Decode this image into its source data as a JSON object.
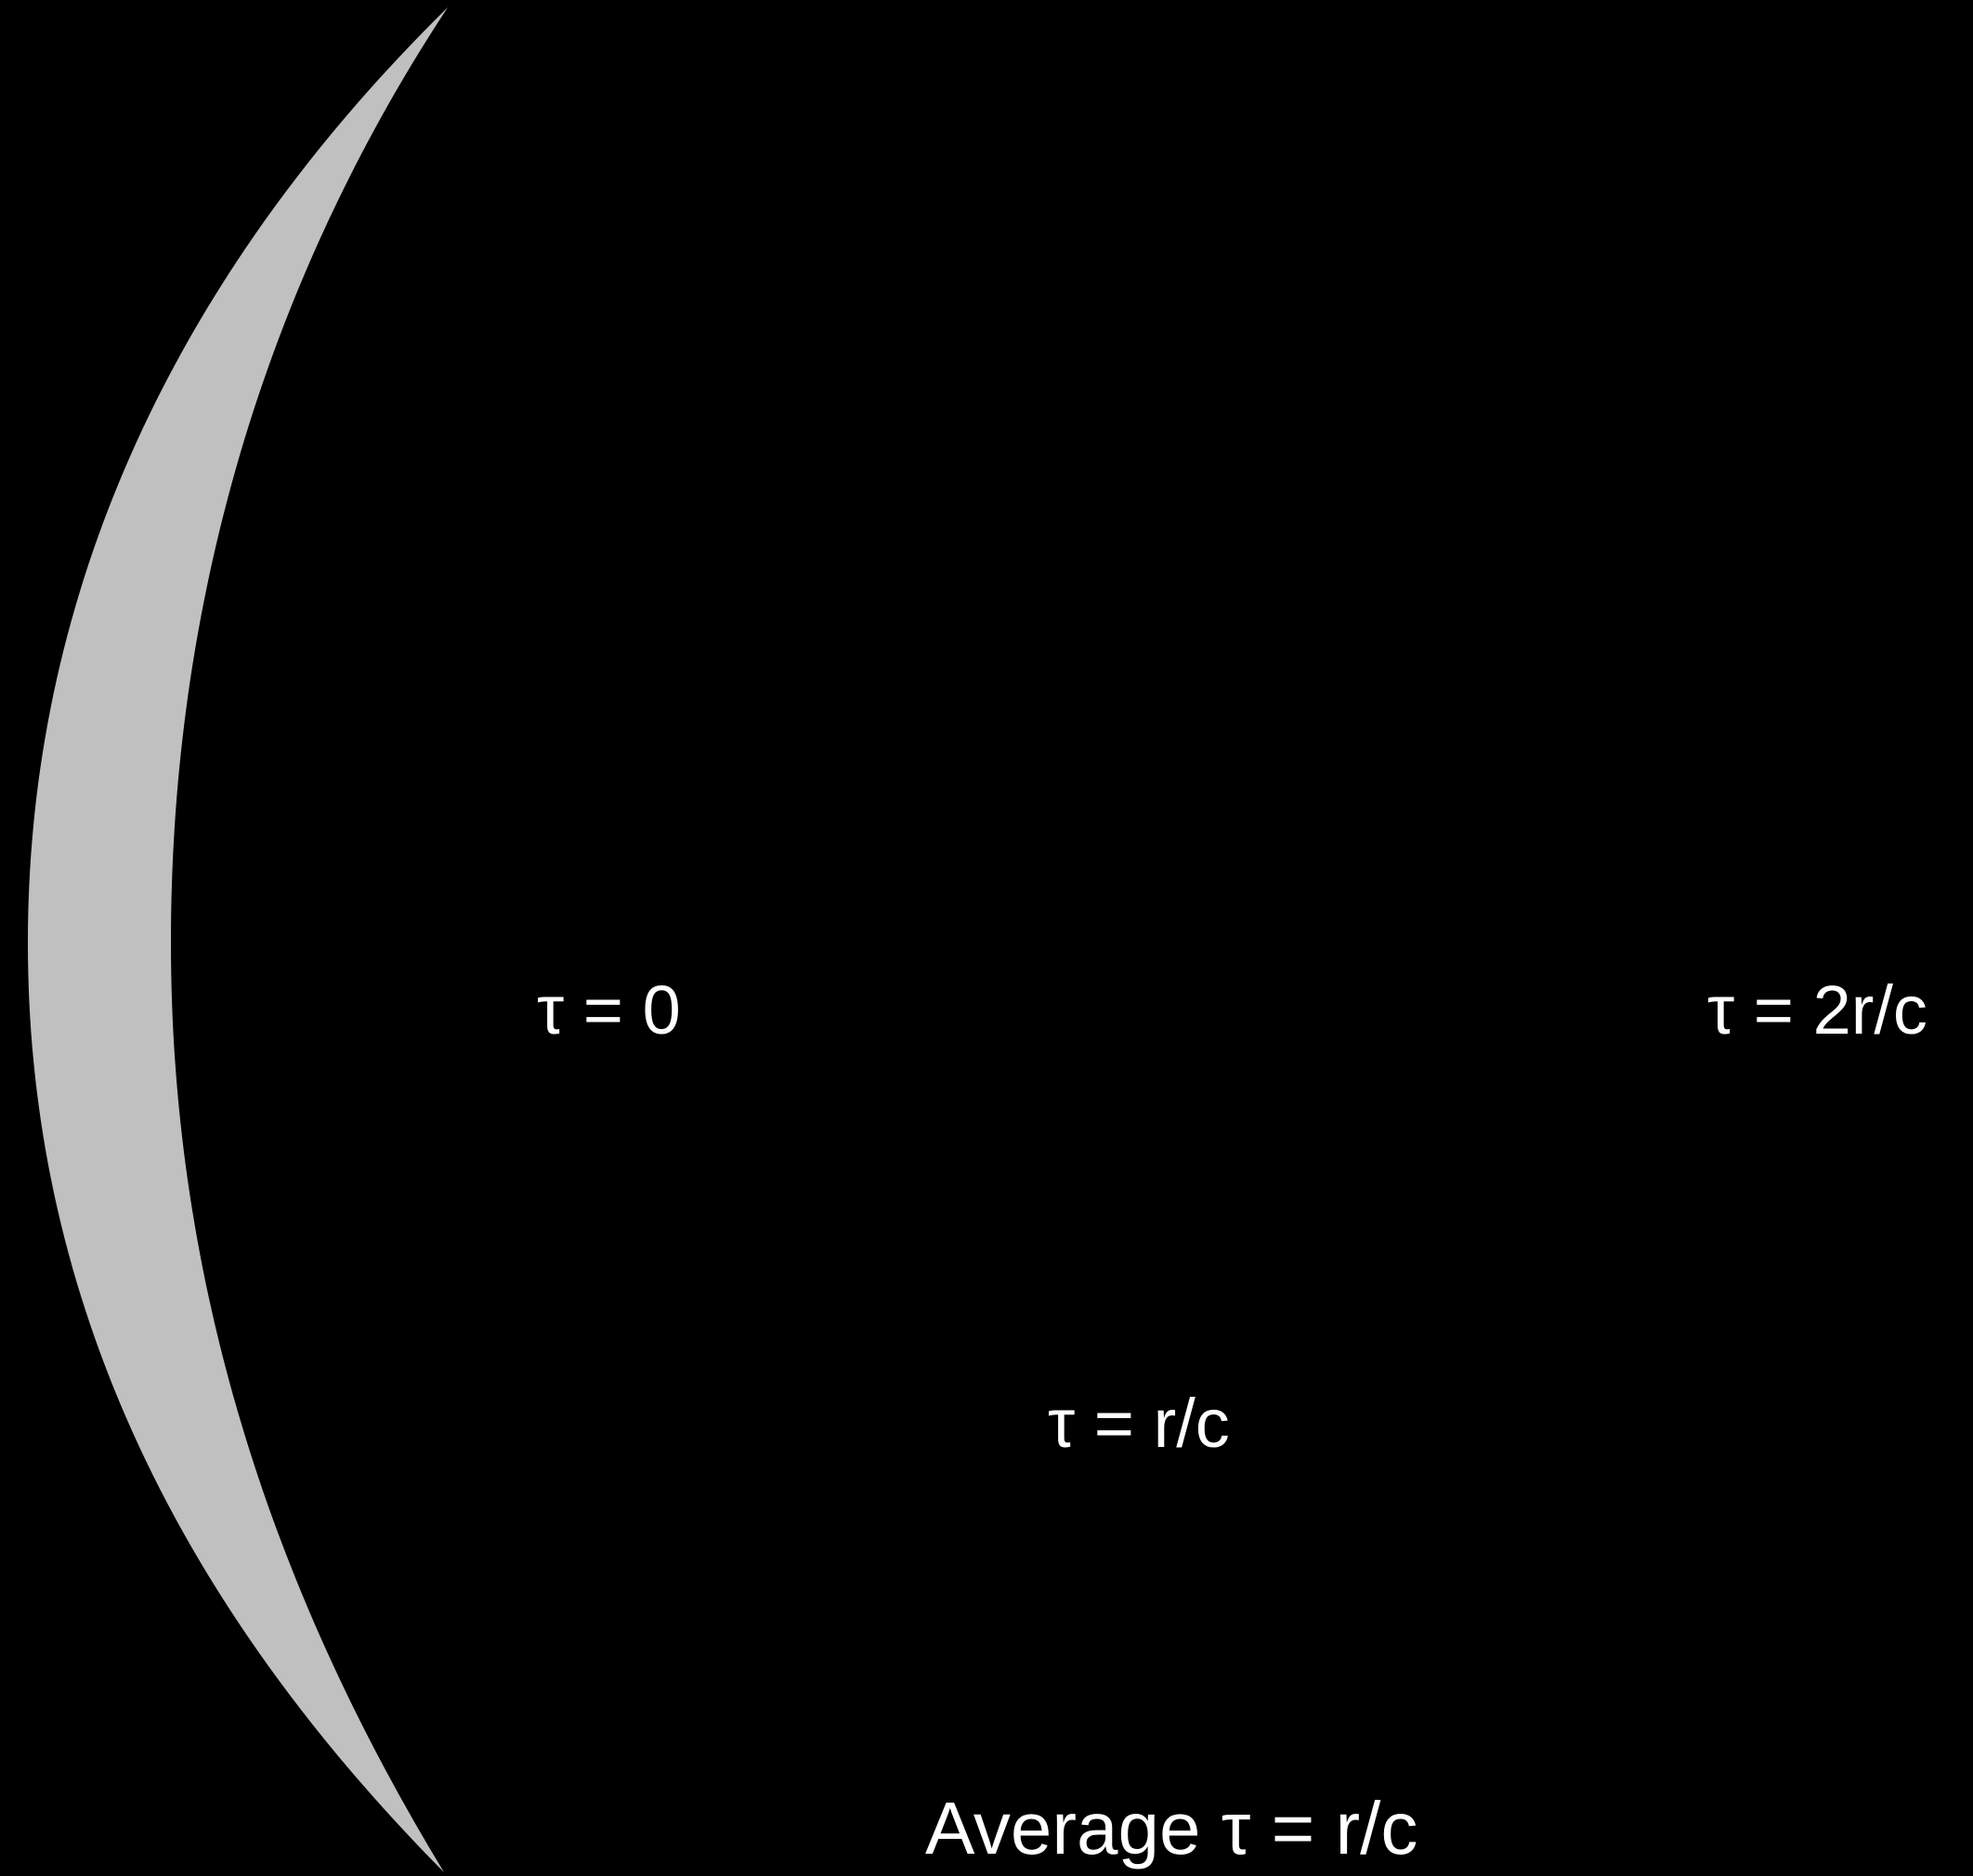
{
  "diagram": {
    "background_color": "#000000",
    "crescent_color": "#c0c0c0",
    "text_color": "#ffffff",
    "labels": {
      "tau_zero": "τ = 0",
      "tau_two_r_over_c": "τ = 2r/c",
      "tau_r_over_c": "τ = r/c",
      "average": "Average τ = r/c"
    }
  }
}
